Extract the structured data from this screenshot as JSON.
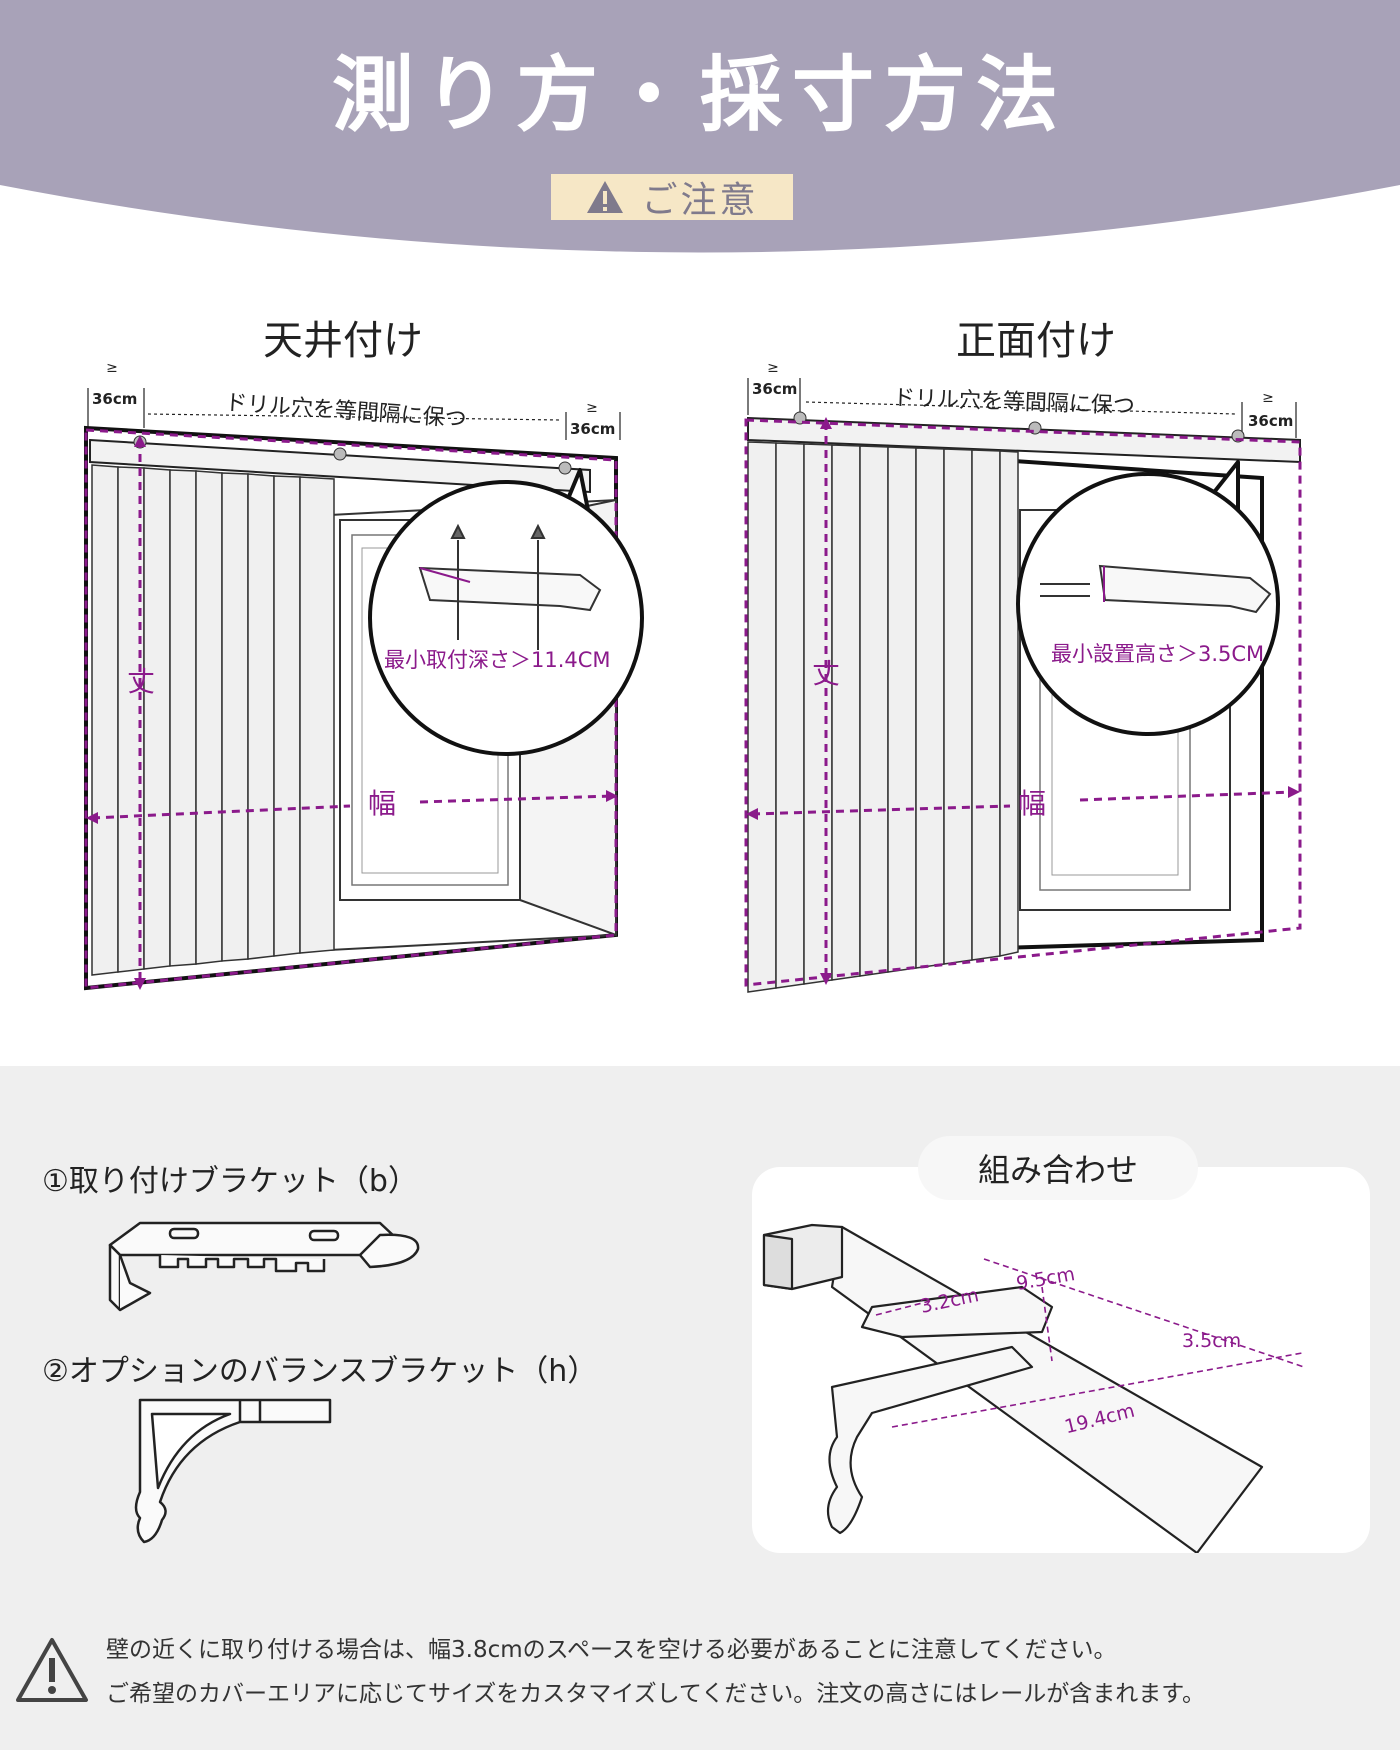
{
  "header": {
    "title": "測り方・採寸方法",
    "notice_label": "ご注意",
    "band_color": "#a8a2b8",
    "badge_color": "#f6e7c6"
  },
  "ceiling_mount": {
    "title": "天井付け",
    "left_clearance": "36cm",
    "right_clearance": "36cm",
    "drill_note": "ドリル穴を等間隔に保つ",
    "height_label": "丈",
    "width_label": "幅",
    "callout_note": "最小取付深さ＞11.4CM"
  },
  "front_mount": {
    "title": "正面付け",
    "left_clearance": "36cm",
    "right_clearance": "36cm",
    "drill_note": "ドリル穴を等間隔に保つ",
    "height_label": "丈",
    "width_label": "幅",
    "callout_note": "最小設置高さ＞3.5CM"
  },
  "brackets": {
    "item1_number": "①",
    "item1_label": "取り付けブラケット（b）",
    "item2_number": "②",
    "item2_label": "オプションのバランスブラケット（h）"
  },
  "combination": {
    "title": "組み合わせ",
    "dim_a": "9.5cm",
    "dim_b": "3.2cm",
    "dim_c": "3.5cm",
    "dim_d": "19.4cm"
  },
  "footer": {
    "line1": "壁の近くに取り付ける場合は、幅3.8cmのスペースを空ける必要があることに注意してください。",
    "line2": "ご希望のカバーエリアに応じてサイズをカスタマイズしてください。注文の高さにはレールが含まれます。"
  },
  "colors": {
    "accent": "#8b1a8b",
    "lower_bg": "#efefef"
  },
  "icons": [
    "warning-icon",
    "bracket-icon",
    "valance-bracket-icon",
    "blind-illustration"
  ]
}
